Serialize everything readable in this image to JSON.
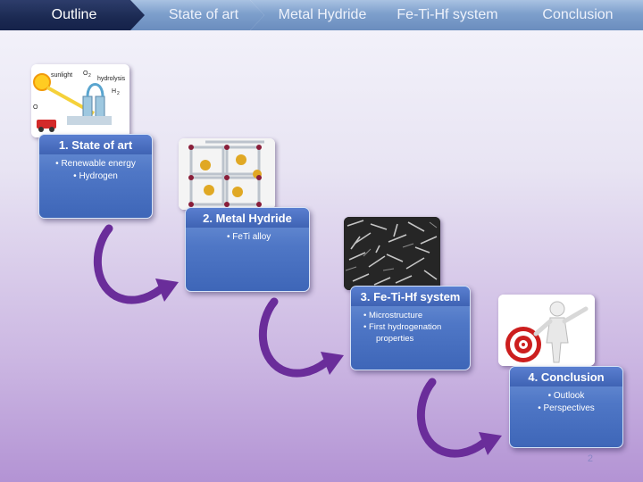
{
  "nav": {
    "steps": [
      "Outline",
      "State of art",
      "Metal Hydride",
      "Fe-Ti-Hf system",
      "Conclusion"
    ]
  },
  "cards": [
    {
      "title": "1. State of art",
      "bullets": [
        "Renewable energy",
        "Hydrogen"
      ]
    },
    {
      "title": "2. Metal Hydride",
      "bullets": [
        "FeTi alloy"
      ]
    },
    {
      "title": "3. Fe-Ti-Hf system",
      "bullets": [
        "Microstructure",
        "First hydrogenation properties"
      ]
    },
    {
      "title": "4. Conclusion",
      "bullets": [
        "Outlook",
        "Perspectives"
      ]
    }
  ],
  "thumb1": {
    "sunlight": "sunlight",
    "o2": "O",
    "o2_sub": "2",
    "hydrolysis": "hydrolysis",
    "h2": "H",
    "h2_sub": "2",
    "o_label": "O"
  },
  "page_number": "2",
  "colors": {
    "nav_active": "#1b2952",
    "nav_inactive": "#7d9fcc",
    "card": "#4f77c6",
    "arrow": "#6a2d9a"
  }
}
